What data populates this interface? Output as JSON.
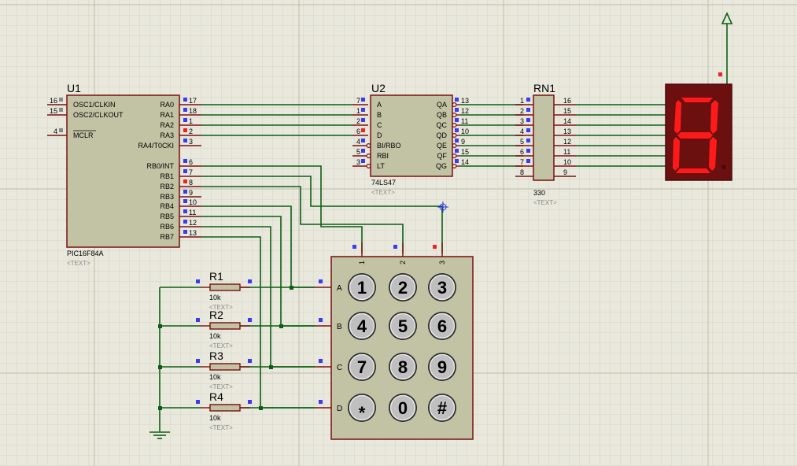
{
  "u1": {
    "ref": "U1",
    "part": "PIC16F84A",
    "text": "<TEXT>",
    "left_pins": [
      {
        "num": "16",
        "name": "OSC1/CLKIN"
      },
      {
        "num": "15",
        "name": "OSC2/CLKOUT"
      },
      {
        "num": "4",
        "name": "MCLR"
      }
    ],
    "right_pins": [
      {
        "name": "RA0",
        "num": "17"
      },
      {
        "name": "RA1",
        "num": "18"
      },
      {
        "name": "RA2",
        "num": "1"
      },
      {
        "name": "RA3",
        "num": "2"
      },
      {
        "name": "RA4/T0CKI",
        "num": "3"
      },
      {
        "name": "RB0/INT",
        "num": "6"
      },
      {
        "name": "RB1",
        "num": "7"
      },
      {
        "name": "RB2",
        "num": "8"
      },
      {
        "name": "RB3",
        "num": "9"
      },
      {
        "name": "RB4",
        "num": "10"
      },
      {
        "name": "RB5",
        "num": "11"
      },
      {
        "name": "RB6",
        "num": "12"
      },
      {
        "name": "RB7",
        "num": "13"
      }
    ]
  },
  "u2": {
    "ref": "U2",
    "part": "74LS47",
    "text": "<TEXT>",
    "left_pins": [
      {
        "num": "7",
        "name": "A"
      },
      {
        "num": "1",
        "name": "B"
      },
      {
        "num": "2",
        "name": "C"
      },
      {
        "num": "6",
        "name": "D"
      },
      {
        "num": "4",
        "name": "BI/RBO"
      },
      {
        "num": "5",
        "name": "RBI"
      },
      {
        "num": "3",
        "name": "LT"
      }
    ],
    "right_pins": [
      {
        "name": "QA",
        "num": "13"
      },
      {
        "name": "QB",
        "num": "12"
      },
      {
        "name": "QC",
        "num": "11"
      },
      {
        "name": "QD",
        "num": "10"
      },
      {
        "name": "QE",
        "num": "9"
      },
      {
        "name": "QF",
        "num": "15"
      },
      {
        "name": "QG",
        "num": "14"
      }
    ]
  },
  "rn1": {
    "ref": "RN1",
    "value": "330",
    "text": "<TEXT>",
    "left_pins": [
      "1",
      "2",
      "3",
      "4",
      "5",
      "6",
      "7",
      "8"
    ],
    "right_pins": [
      "16",
      "15",
      "14",
      "13",
      "12",
      "11",
      "10",
      "9"
    ]
  },
  "display": {
    "digit": "8",
    "color": "#ff1a1a",
    "body_color": "#6b0f0f"
  },
  "resistors": [
    {
      "ref": "R1",
      "value": "10k",
      "text": "<TEXT>"
    },
    {
      "ref": "R2",
      "value": "10k",
      "text": "<TEXT>"
    },
    {
      "ref": "R3",
      "value": "10k",
      "text": "<TEXT>"
    },
    {
      "ref": "R4",
      "value": "10k",
      "text": "<TEXT>"
    }
  ],
  "keypad": {
    "col_labels": [
      "1",
      "2",
      "3"
    ],
    "row_labels": [
      "A",
      "B",
      "C",
      "D"
    ],
    "keys": [
      [
        "1",
        "2",
        "3"
      ],
      [
        "4",
        "5",
        "6"
      ],
      [
        "7",
        "8",
        "9"
      ],
      [
        "*",
        "0",
        "#"
      ]
    ]
  },
  "colors": {
    "background": "#e9e8dc",
    "grid": "#d6d5c6",
    "wire": "#0b5e12",
    "component_fill": "#c2c2a4",
    "component_border": "#7a1010",
    "pin_marker_blue": "#3b3bf0",
    "pin_marker_red": "#ee2222",
    "pin_marker_gray": "#8a8a8a"
  }
}
